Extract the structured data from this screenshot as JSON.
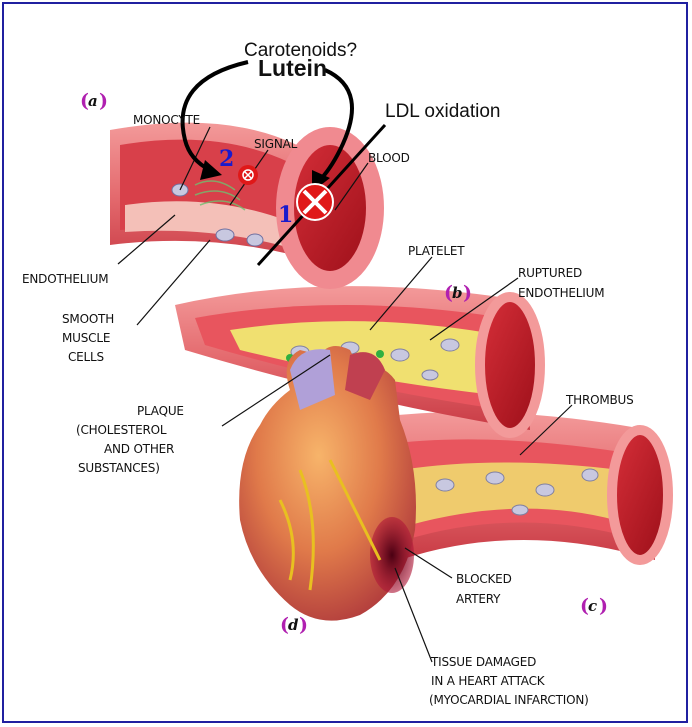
{
  "diagram": {
    "top_labels": {
      "carotenoids": "Carotenoids?",
      "lutein": "Lutein",
      "ldl_oxidation": "LDL oxidation"
    },
    "markers": {
      "one": "1",
      "two": "2"
    },
    "panels": {
      "a": "a",
      "b": "b",
      "c": "c",
      "d": "d",
      "paren_open": "(",
      "paren_close": ")"
    },
    "labels": {
      "monocyte": "MONOCYTE",
      "signal": "SIGNAL",
      "blood": "BLOOD",
      "endothelium": "ENDOTHELIUM",
      "smooth_muscle": [
        "SMOOTH",
        "MUSCLE",
        "CELLS"
      ],
      "platelet": "PLATELET",
      "ruptured_endothelium": [
        "RUPTURED",
        "ENDOTHELIUM"
      ],
      "plaque": [
        "PLAQUE",
        "(CHOLESTEROL",
        "AND OTHER",
        "SUBSTANCES)"
      ],
      "thrombus": "THROMBUS",
      "blocked_artery": [
        "BLOCKED",
        "ARTERY"
      ],
      "tissue_damaged": [
        "TISSUE DAMAGED",
        "IN A HEART ATTACK",
        "(MYOCARDIAL INFARCTION)"
      ]
    },
    "colors": {
      "vessel_outer": "#e8737a",
      "vessel_inner": "#c8202a",
      "plaque": "#f0e070",
      "marker_red": "#e01818",
      "number_blue": "#1a1acc",
      "panel_purple": "#b020b0",
      "frame": "#2020a0"
    }
  }
}
